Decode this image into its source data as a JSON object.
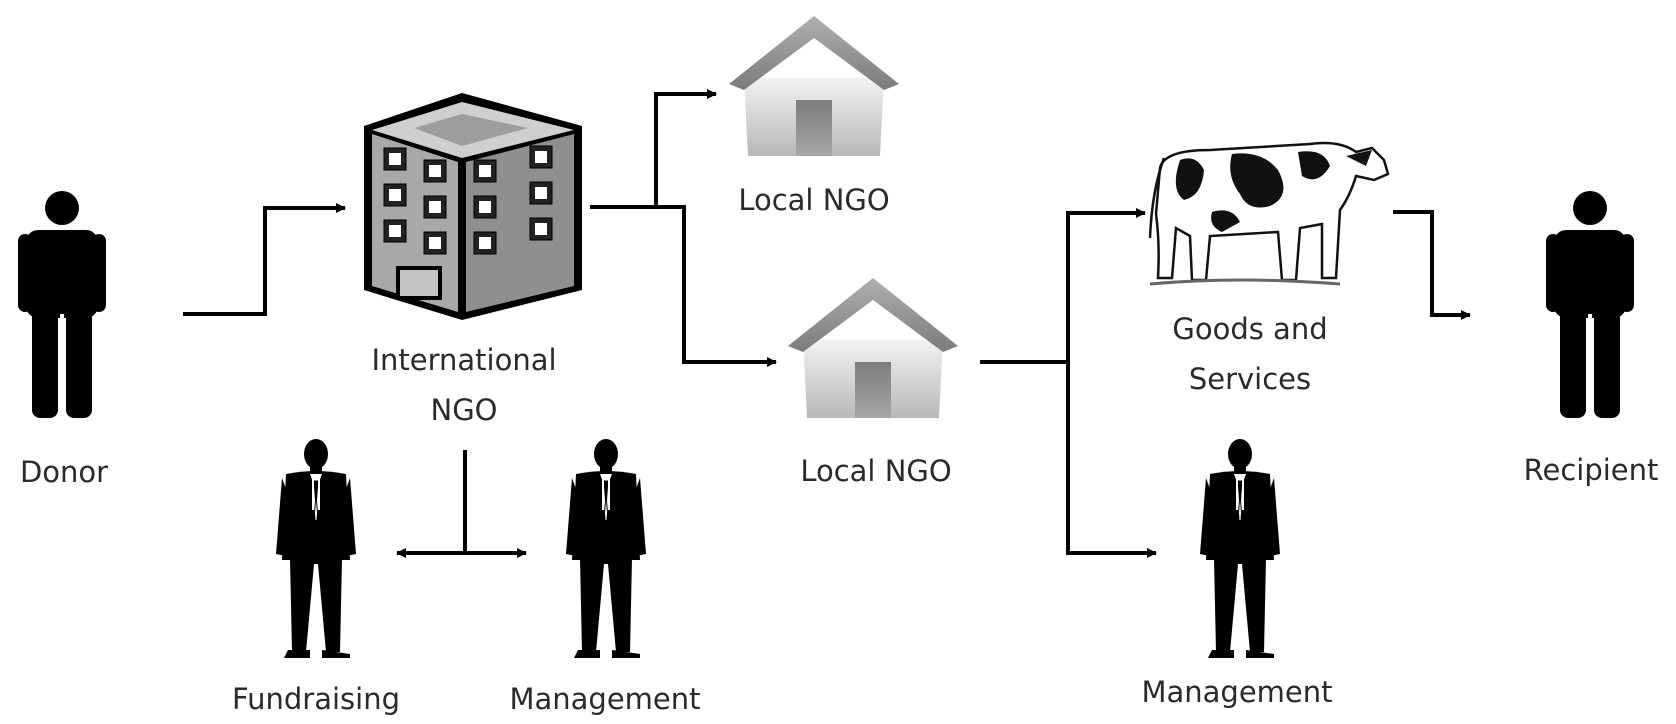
{
  "nodes": {
    "donor": "Donor",
    "international_ngo": "International NGO",
    "local_ngo_top": "Local NGO",
    "local_ngo_mid": "Local NGO",
    "goods_services": "Goods and Services",
    "recipient": "Recipient",
    "fundraising": "Fundraising",
    "management_intl": "Management",
    "management_local": "Management"
  },
  "icons": [
    "person-icon",
    "office-building-icon",
    "house-icon",
    "cow-icon",
    "businessman-icon",
    "arrow-icon"
  ],
  "colors": {
    "ink": "#000000",
    "label": "#2a2a2a",
    "building_wall": "#9a9a9a",
    "house_wall": "#cfcfcf",
    "roof": "#8e8e8e"
  }
}
